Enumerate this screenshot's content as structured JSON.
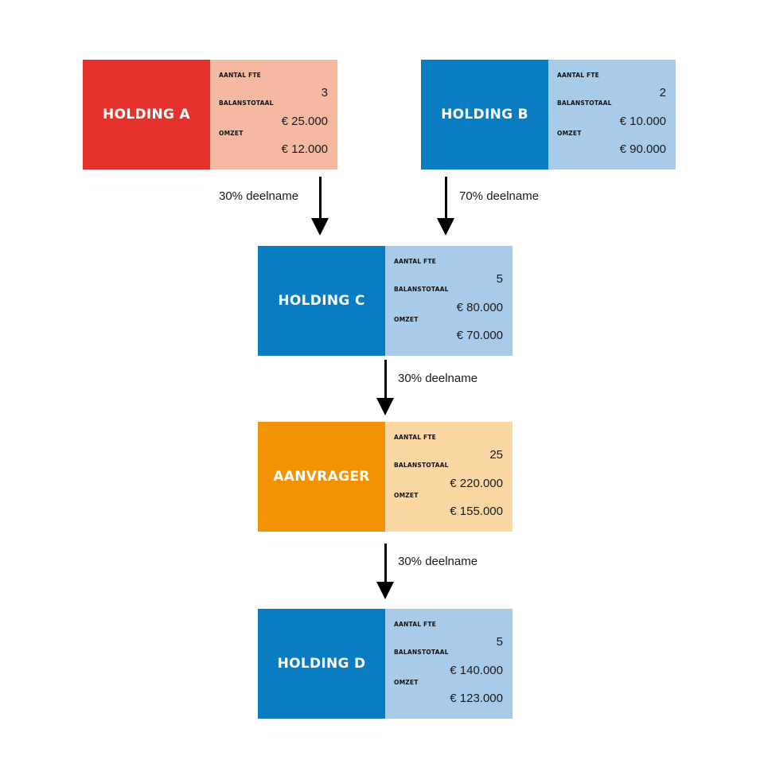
{
  "colors": {
    "red": "#e5322d",
    "red_light": "#f5b8a0",
    "blue": "#0a7cc2",
    "blue_light": "#a8cbe9",
    "orange": "#f29205",
    "orange_light": "#fbd7a4"
  },
  "entities": {
    "holding_a": {
      "name": "HOLDING A",
      "fte_label": "AANTAL FTE",
      "fte": "3",
      "balans_label": "BALANSTOTAAL",
      "balans": "€ 25.000",
      "omzet_label": "OMZET",
      "omzet": "€ 12.000"
    },
    "holding_b": {
      "name": "HOLDING B",
      "fte_label": "AANTAL FTE",
      "fte": "2",
      "balans_label": "BALANSTOTAAL",
      "balans": "€ 10.000",
      "omzet_label": "OMZET",
      "omzet": "€ 90.000"
    },
    "holding_c": {
      "name": "HOLDING C",
      "fte_label": "AANTAL FTE",
      "fte": "5",
      "balans_label": "BALANSTOTAAL",
      "balans": "€ 80.000",
      "omzet_label": "OMZET",
      "omzet": "€ 70.000"
    },
    "aanvrager": {
      "name": "AANVRAGER",
      "fte_label": "AANTAL FTE",
      "fte": "25",
      "balans_label": "BALANSTOTAAL",
      "balans": "€ 220.000",
      "omzet_label": "OMZET",
      "omzet": "€ 155.000"
    },
    "holding_d": {
      "name": "HOLDING D",
      "fte_label": "AANTAL FTE",
      "fte": "5",
      "balans_label": "BALANSTOTAAL",
      "balans": "€ 140.000",
      "omzet_label": "OMZET",
      "omzet": "€ 123.000"
    }
  },
  "relations": {
    "a_to_c": "30% deelname",
    "b_to_c": "70% deelname",
    "c_to_aanvrager": "30% deelname",
    "aanvrager_to_d": "30% deelname"
  }
}
